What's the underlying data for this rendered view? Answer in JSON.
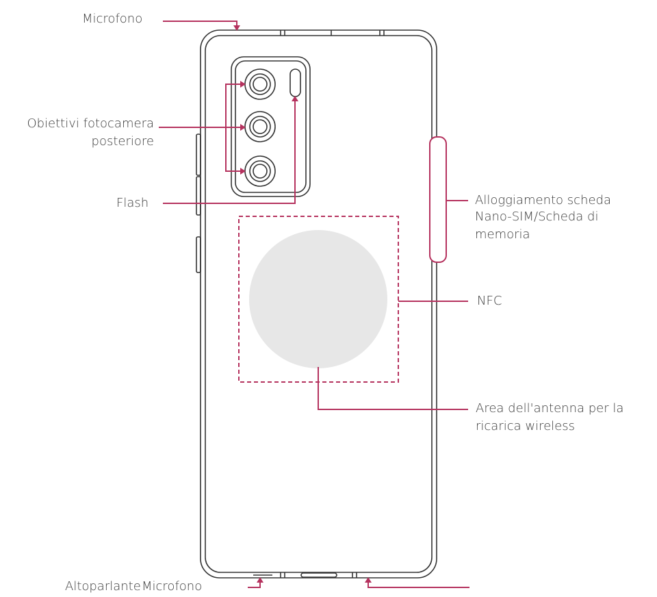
{
  "labels": {
    "mic_top": "Microfono",
    "lens_1": "Obiettivi fotocamera",
    "lens_2": "posteriore",
    "flash": "Flash",
    "sim_1": "Alloggiamento scheda",
    "sim_2": "Nano-SIM/Scheda di",
    "sim_3": "memoria",
    "nfc": "NFC",
    "antenna_1": "Area dell'antenna per la",
    "antenna_2": "ricarica wireless",
    "speaker": "Altoparlante",
    "mic_bottom": "Microfono"
  },
  "colors": {
    "accent": "#b5325e",
    "outline": "#333333",
    "coil": "#e7e7e7",
    "text": "#3b3b3b"
  }
}
